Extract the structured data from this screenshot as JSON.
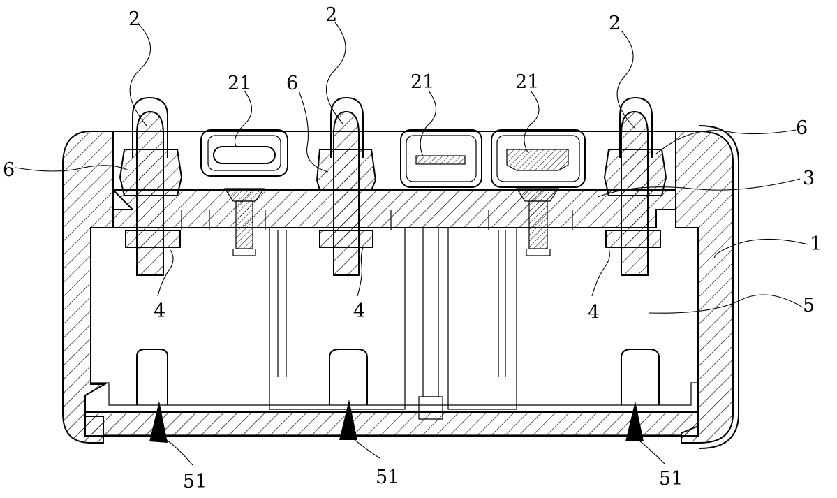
{
  "colors": {
    "ink": "#000000",
    "paper": "#ffffff"
  },
  "labels": {
    "l2a": "2",
    "l2b": "2",
    "l2c": "2",
    "l21a": "21",
    "l21b": "21",
    "l21c": "21",
    "l6a": "6",
    "l6b": "6",
    "l6c": "6",
    "l3": "3",
    "l1": "1",
    "l5": "5",
    "l4a": "4",
    "l4b": "4",
    "l4c": "4",
    "l51a": "51",
    "l51b": "51",
    "l51c": "51"
  }
}
